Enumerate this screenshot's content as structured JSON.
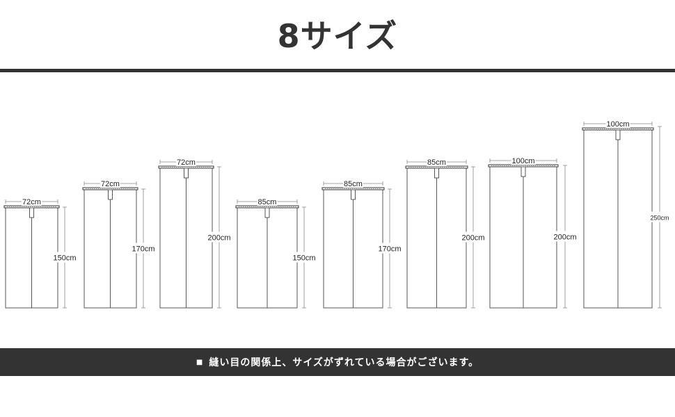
{
  "title": "8サイズ",
  "note": {
    "bullet": "■",
    "text": "縫い目の関係上、サイズがずれている場合がございます。"
  },
  "curtains": [
    {
      "width_label": "72cm",
      "height_label": "150cm"
    },
    {
      "width_label": "72cm",
      "height_label": "170cm"
    },
    {
      "width_label": "72cm",
      "height_label": "200cm"
    },
    {
      "width_label": "85cm",
      "height_label": "150cm"
    },
    {
      "width_label": "85cm",
      "height_label": "170cm"
    },
    {
      "width_label": "85cm",
      "height_label": "200cm"
    },
    {
      "width_label": "100cm",
      "height_label": "200cm"
    },
    {
      "width_label": "100cm",
      "height_label": "250cm"
    }
  ]
}
